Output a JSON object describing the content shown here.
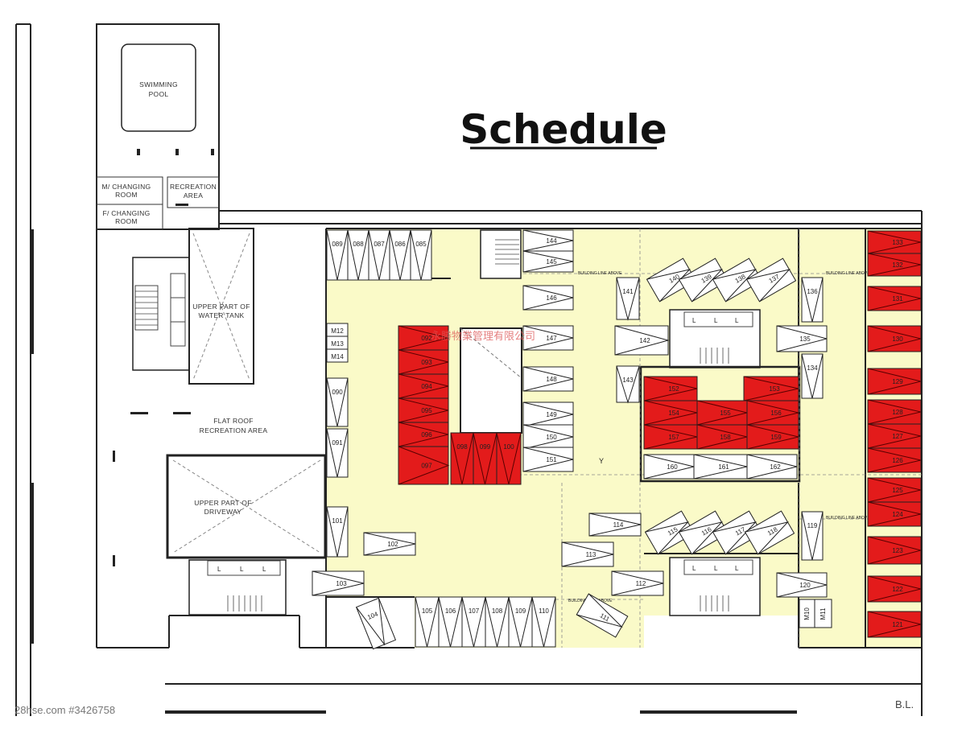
{
  "title": "Schedule",
  "watermark_company": "永勝物業管理有限公司",
  "watermark_site": "28hse.com #3426758",
  "corner_label": "B.L.",
  "rooms": {
    "pool": [
      "SWIMMING",
      "POOL"
    ],
    "m_changing": [
      "M/ CHANGING",
      "ROOM"
    ],
    "f_changing": [
      "F/ CHANGING",
      "ROOM"
    ],
    "recreation": [
      "RECREATION",
      "AREA"
    ],
    "water_tank": [
      "UPPER PART OF",
      "WATER TANK"
    ],
    "flat_roof": [
      "FLAT ROOF",
      "RECREATION AREA"
    ],
    "driveway": [
      "UPPER PART OF",
      "DRIVEWAY"
    ]
  },
  "motorcycle_bays": [
    "M12",
    "M13",
    "M14",
    "M10",
    "M11"
  ],
  "building_line_note": "BUILDING LINE ABOVE",
  "misc_mark": "Y",
  "lift_mark": "L",
  "colors": {
    "highlight": "#e31b1b",
    "floor": "#fafac8",
    "line": "#222222"
  },
  "bays": {
    "b085": "085",
    "b086": "086",
    "b087": "087",
    "b088": "088",
    "b089": "089",
    "b090": "090",
    "b091": "091",
    "b092": "092",
    "b093": "093",
    "b094": "094",
    "b095": "095",
    "b096": "096",
    "b097": "097",
    "b098": "098",
    "b099": "099",
    "b100": "100",
    "b101": "101",
    "b102": "102",
    "b103": "103",
    "b104": "104",
    "b105": "105",
    "b106": "106",
    "b107": "107",
    "b108": "108",
    "b109": "109",
    "b110": "110",
    "b111": "111",
    "b112": "112",
    "b113": "113",
    "b114": "114",
    "b115": "115",
    "b116": "116",
    "b117": "117",
    "b118": "118",
    "b119": "119",
    "b120": "120",
    "b121": "121",
    "b122": "122",
    "b123": "123",
    "b124": "124",
    "b125": "125",
    "b126": "126",
    "b127": "127",
    "b128": "128",
    "b129": "129",
    "b130": "130",
    "b131": "131",
    "b132": "132",
    "b133": "133",
    "b134": "134",
    "b135": "135",
    "b136": "136",
    "b137": "137",
    "b138": "138",
    "b139": "139",
    "b140": "140",
    "b141": "141",
    "b142": "142",
    "b143": "143",
    "b144": "144",
    "b145": "145",
    "b146": "146",
    "b147": "147",
    "b148": "148",
    "b149": "149",
    "b150": "150",
    "b151": "151",
    "b152": "152",
    "b153": "153",
    "b154": "154",
    "b155": "155",
    "b156": "156",
    "b157": "157",
    "b158": "158",
    "b159": "159",
    "b160": "160",
    "b161": "161",
    "b162": "162"
  },
  "highlighted": [
    "092",
    "093",
    "094",
    "095",
    "096",
    "097",
    "098",
    "099",
    "100",
    "121",
    "122",
    "123",
    "124",
    "125",
    "126",
    "127",
    "128",
    "129",
    "130",
    "131",
    "132",
    "133",
    "152",
    "153",
    "154",
    "155",
    "156",
    "157",
    "158",
    "159"
  ]
}
